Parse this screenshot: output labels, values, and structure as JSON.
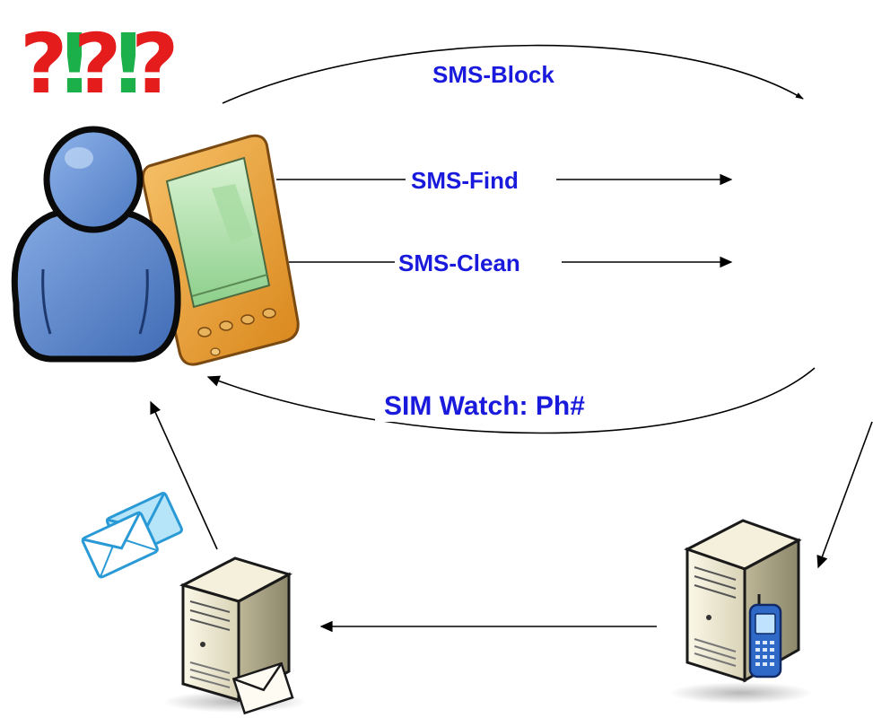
{
  "headline": {
    "chars": [
      "?",
      "!",
      "?",
      "!",
      "?"
    ],
    "colors": [
      "#e51c1c",
      "#1bb04a",
      "#e51c1c",
      "#1bb04a",
      "#e51c1c"
    ]
  },
  "arrows": {
    "sms_block": "SMS-Block",
    "sms_find": "SMS-Find",
    "sms_clean": "SMS-Clean",
    "sim_watch": "SIM Watch: Ph#"
  },
  "colors": {
    "label": "#1a1adc",
    "arrow": "#000000",
    "user_fill": "#6b96d6",
    "pda_body": "#f0a43a",
    "pda_screen": "#b8e3b0",
    "server_body": "#ebe6cf",
    "envelope": "#3ab3e6"
  },
  "icons": {
    "user": "user-icon",
    "pda": "pda-icon",
    "mail": "envelopes-icon",
    "mail_server": "mail-server-icon",
    "sms_server": "sms-gateway-server-icon"
  }
}
